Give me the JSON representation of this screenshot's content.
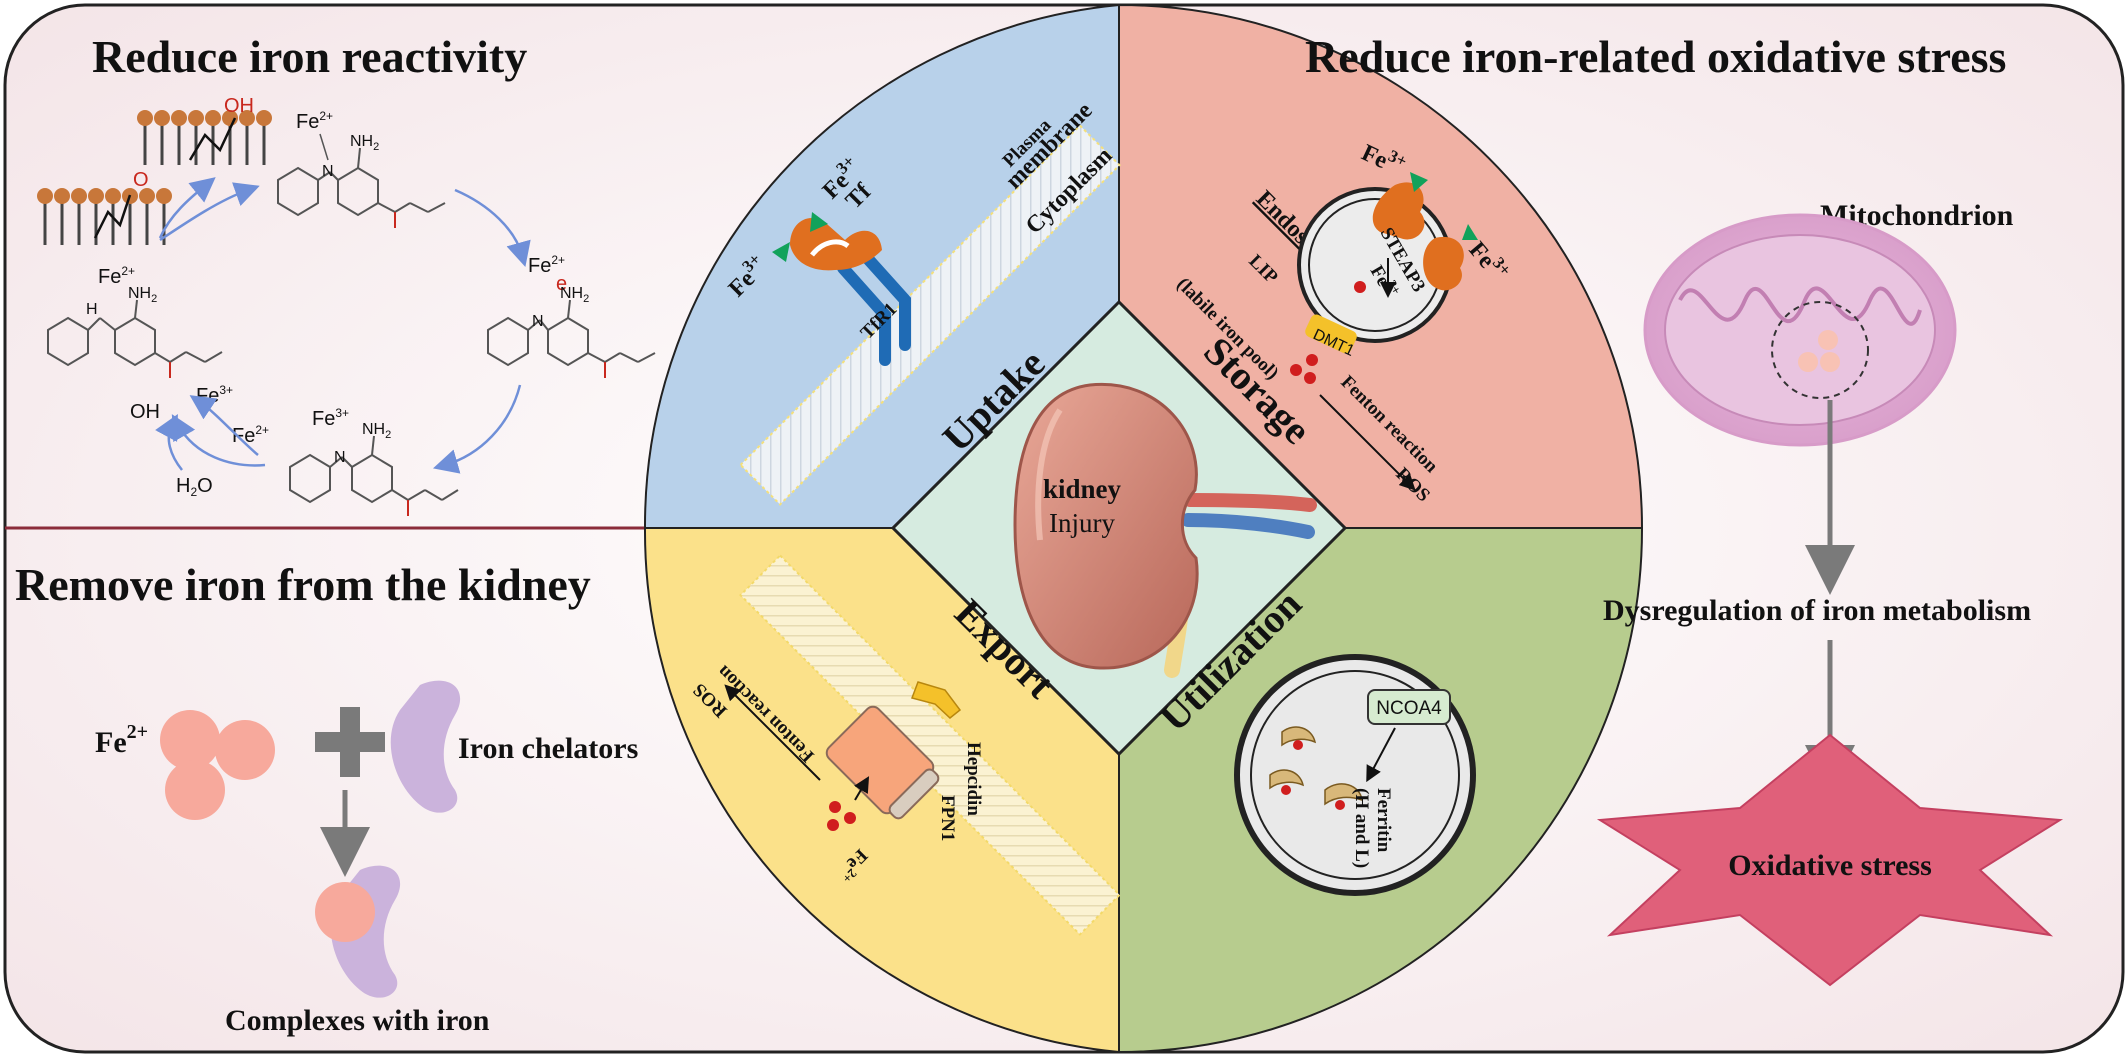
{
  "panels": {
    "top_left": "Reduce iron reactivity",
    "bottom_left": "Remove iron from the kidney",
    "top_right": "Reduce iron-related oxidative stress"
  },
  "center": {
    "kidney": "kidney",
    "injury": "Injury",
    "uptake": {
      "label": "Uptake",
      "fe3": "Fe",
      "fe3_sup": "3+",
      "tf": "Tf",
      "plasma": "Plasma",
      "membrane": "membrane",
      "cytoplasm": "Cytoplasm",
      "tfr1": "TfR1"
    },
    "storage": {
      "label": "Storage",
      "endosome": "Endosome",
      "fe3": "Fe",
      "fe3_sup": "3+",
      "steap3": "STEAP3",
      "fe2": "Fe",
      "fe2_sup": "2+",
      "dmt1": "DMT1",
      "lip": "LIP",
      "lip_full": "(labile iron pool)",
      "fenton": "Fenton reaction",
      "ros": "ROS"
    },
    "export": {
      "label": "Export",
      "ros": "ROS",
      "fenton": "Fenton reaction",
      "hepcidin": "Hepcidin",
      "fpn1": "FPN1",
      "fe2": "Fe",
      "fe2_sup": "2+"
    },
    "utilization": {
      "label": "Utilization",
      "ncoa4": "NCOA4",
      "ferritin": "Ferritin",
      "hl": "(H and L)"
    }
  },
  "reactivity": {
    "fe2": "Fe",
    "fe2_sup": "2+",
    "fe3": "Fe",
    "fe3_sup": "3+",
    "nh2": "NH",
    "nh2_sub": "2",
    "oh_minus": "OH",
    "h2o_h": "H",
    "h2o_sub": "2",
    "h2o_o": "O",
    "o_radical": "O",
    "oh": "OH",
    "electron": "e",
    "n": "N",
    "h": "H"
  },
  "chelation": {
    "fe2": "Fe",
    "fe2_sup": "2+",
    "chelators": "Iron chelators",
    "complexes": "Complexes with iron"
  },
  "stress": {
    "mitochondrion": "Mitochondrion",
    "dysregulation": "Dysregulation of iron metabolism",
    "oxidative": "Oxidative stress"
  }
}
